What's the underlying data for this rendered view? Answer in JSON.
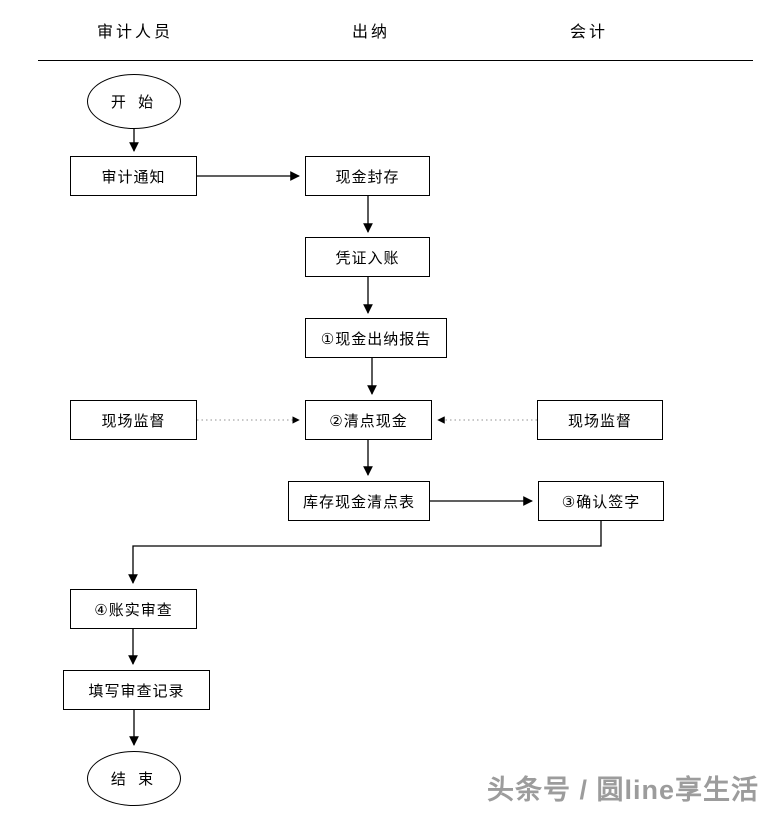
{
  "header": {
    "lanes": [
      "审计人员",
      "出纳",
      "会计"
    ]
  },
  "nodes": {
    "start": "开  始",
    "audit_notice": "审计通知",
    "cash_seal": "现金封存",
    "voucher_entry": "凭证入账",
    "cash_report": "①现金出纳报告",
    "count_cash": "②清点现金",
    "supervision_left": "现场监督",
    "supervision_right": "现场监督",
    "cash_count_table": "库存现金清点表",
    "confirm_sign": "③确认签字",
    "account_review": "④账实审查",
    "fill_record": "填写审查记录",
    "end": "结  束"
  },
  "watermark": "头条号 / 圆line享生活",
  "colors": {
    "line": "#000000",
    "dotted": "#909090",
    "watermark": "#9c9c9c"
  }
}
